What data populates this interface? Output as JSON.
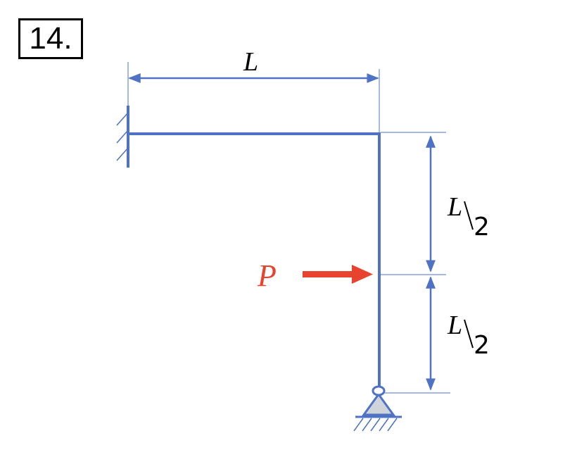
{
  "problem": {
    "number": "14."
  },
  "dimensions": {
    "horizontal": "L",
    "upper_vertical_num": "L",
    "upper_vertical_den": "2",
    "lower_vertical_num": "L",
    "lower_vertical_den": "2"
  },
  "load": {
    "label": "P"
  },
  "colors": {
    "frame": "#4f72c4",
    "dimension": "#4f72c4",
    "load": "#e8432e",
    "support_fill": "#cfd3da"
  }
}
